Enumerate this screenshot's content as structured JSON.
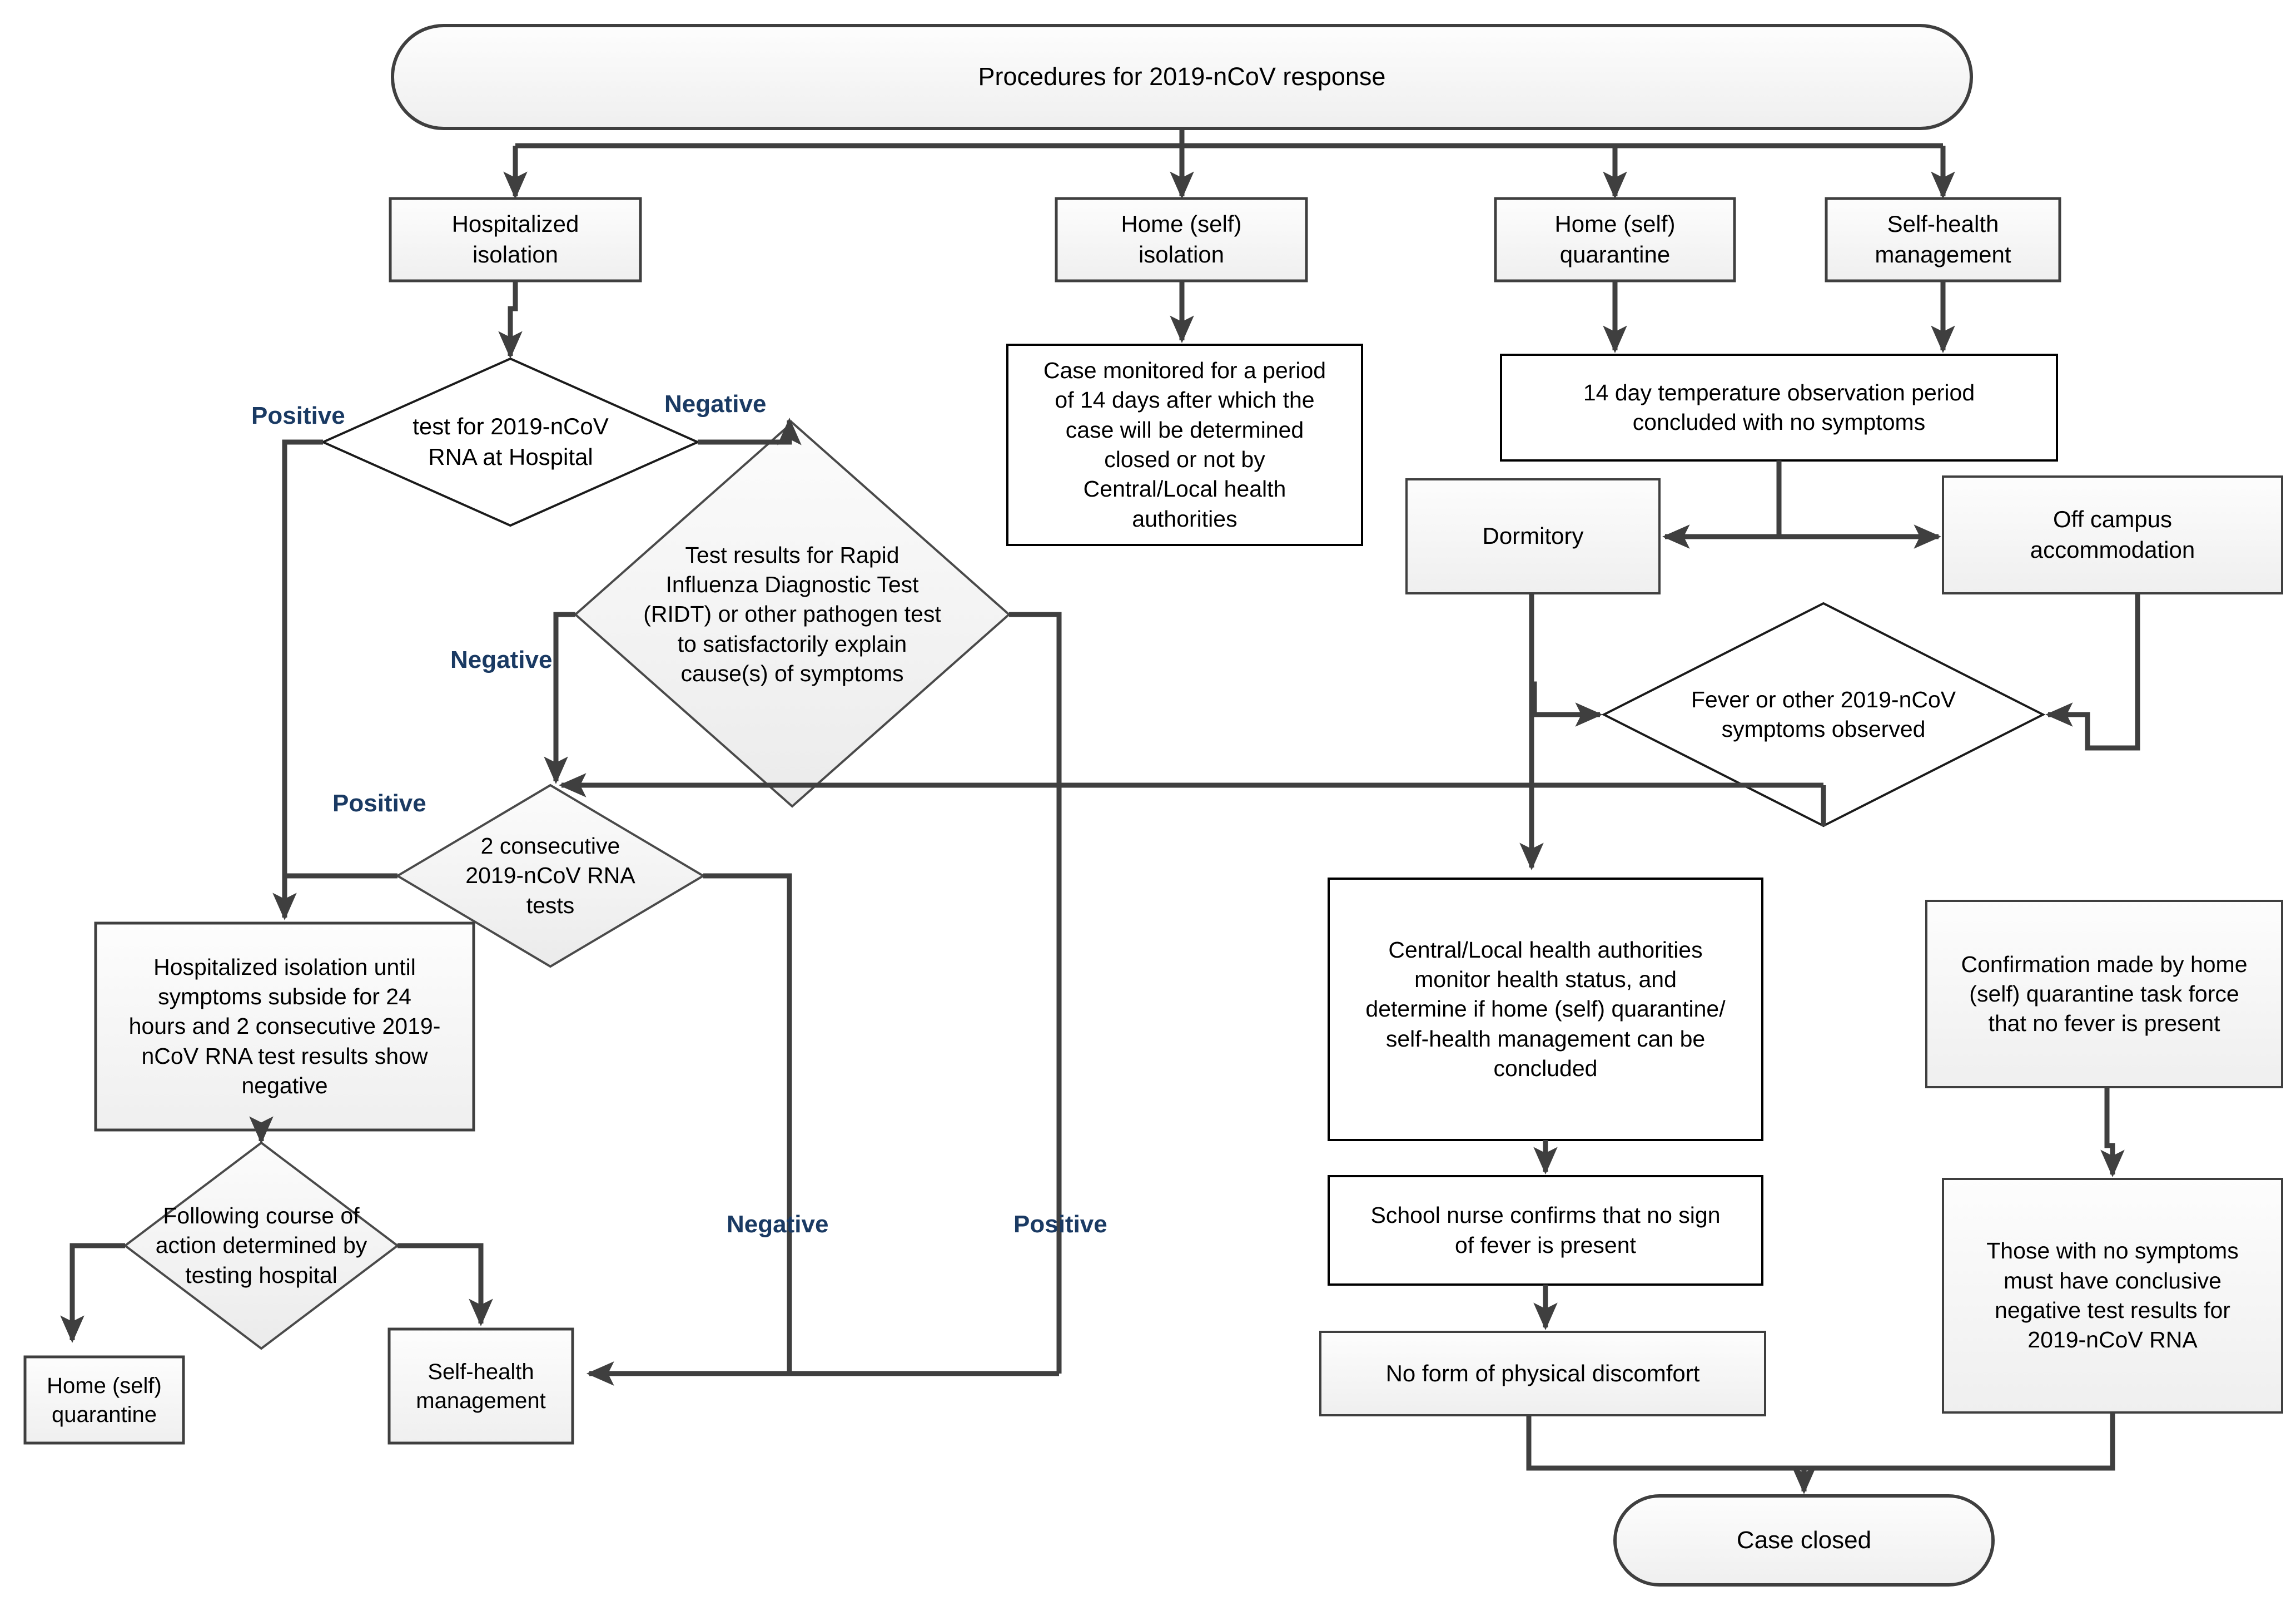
{
  "diagram": {
    "title": "Procedures for 2019-nCoV response",
    "type": "flowchart",
    "colors": {
      "node_fill_light": "#f7f7f7",
      "node_fill_white": "#ffffff",
      "node_stroke_dark": "#3f3f3f",
      "node_stroke_thin": "#000000",
      "edge_color": "#3f3f3f",
      "edge_label_color": "#1a3a63",
      "text_color": "#000000",
      "background": "#ffffff"
    },
    "nodes": [
      {
        "id": "start",
        "shape": "stadium",
        "label": "Procedures for 2019-nCoV response"
      },
      {
        "id": "hosp_iso",
        "shape": "rectangle",
        "label": "Hospitalized\nisolation"
      },
      {
        "id": "home_iso",
        "shape": "rectangle",
        "label": "Home (self)\nisolation"
      },
      {
        "id": "home_quar",
        "shape": "rectangle",
        "label": "Home (self)\nquarantine"
      },
      {
        "id": "self_health",
        "shape": "rectangle",
        "label": "Self-health\nmanagement"
      },
      {
        "id": "rna_test",
        "shape": "diamond",
        "label": "test  for 2019-nCoV\nRNA at Hospital"
      },
      {
        "id": "case_monitored",
        "shape": "rectangle",
        "label": "Case monitored for a period\nof 14 days after which the\ncase will be determined\nclosed or not by\nCentral/Local health\nauthorities"
      },
      {
        "id": "temp_obs",
        "shape": "rectangle",
        "label": "14 day temperature observation period\nconcluded with no symptoms"
      },
      {
        "id": "ridt",
        "shape": "diamond",
        "label": "Test results for Rapid\nInfluenza Diagnostic Test\n(RIDT) or other pathogen test\nto satisfactorily explain\ncause(s) of symptoms"
      },
      {
        "id": "dormitory",
        "shape": "rectangle",
        "label": "Dormitory"
      },
      {
        "id": "off_campus",
        "shape": "rectangle",
        "label": "Off campus\naccommodation"
      },
      {
        "id": "fever_check",
        "shape": "diamond",
        "label": "Fever or other 2019-nCoV\nsymptoms observed"
      },
      {
        "id": "two_consecutive",
        "shape": "diamond",
        "label": "2 consecutive\n2019-nCoV RNA\ntests"
      },
      {
        "id": "hosp_until",
        "shape": "rectangle",
        "label": "Hospitalized isolation until\nsymptoms subside for 24\nhours and 2 consecutive 2019-\nnCoV RNA test results show\nnegative"
      },
      {
        "id": "central_local",
        "shape": "rectangle",
        "label": "Central/Local health authorities\nmonitor health status, and\ndetermine if home (self) quarantine/\nself-health management can be\nconcluded"
      },
      {
        "id": "confirmation",
        "shape": "rectangle",
        "label": "Confirmation made by home\n(self) quarantine task force\nthat no fever is present"
      },
      {
        "id": "following_course",
        "shape": "diamond",
        "label": "Following course of\naction determined by\ntesting hospital"
      },
      {
        "id": "school_nurse",
        "shape": "rectangle",
        "label": "School nurse confirms that no sign\nof fever is present"
      },
      {
        "id": "no_symptoms",
        "shape": "rectangle",
        "label": "Those with no symptoms\nmust have conclusive\nnegative test results for\n2019-nCoV RNA"
      },
      {
        "id": "home_quar2",
        "shape": "rectangle",
        "label": "Home (self)\nquarantine"
      },
      {
        "id": "self_health2",
        "shape": "rectangle",
        "label": "Self-health\nmanagement"
      },
      {
        "id": "no_discomfort",
        "shape": "rectangle",
        "label": "No form of physical discomfort"
      },
      {
        "id": "case_closed",
        "shape": "stadium",
        "label": "Case closed"
      }
    ],
    "edge_labels": [
      {
        "id": "lbl_pos_1",
        "text": "Positive"
      },
      {
        "id": "lbl_neg_1",
        "text": "Negative"
      },
      {
        "id": "lbl_neg_2",
        "text": "Negative"
      },
      {
        "id": "lbl_pos_2",
        "text": "Positive"
      },
      {
        "id": "lbl_neg_3",
        "text": "Negative"
      },
      {
        "id": "lbl_pos_3",
        "text": "Positive"
      }
    ]
  }
}
